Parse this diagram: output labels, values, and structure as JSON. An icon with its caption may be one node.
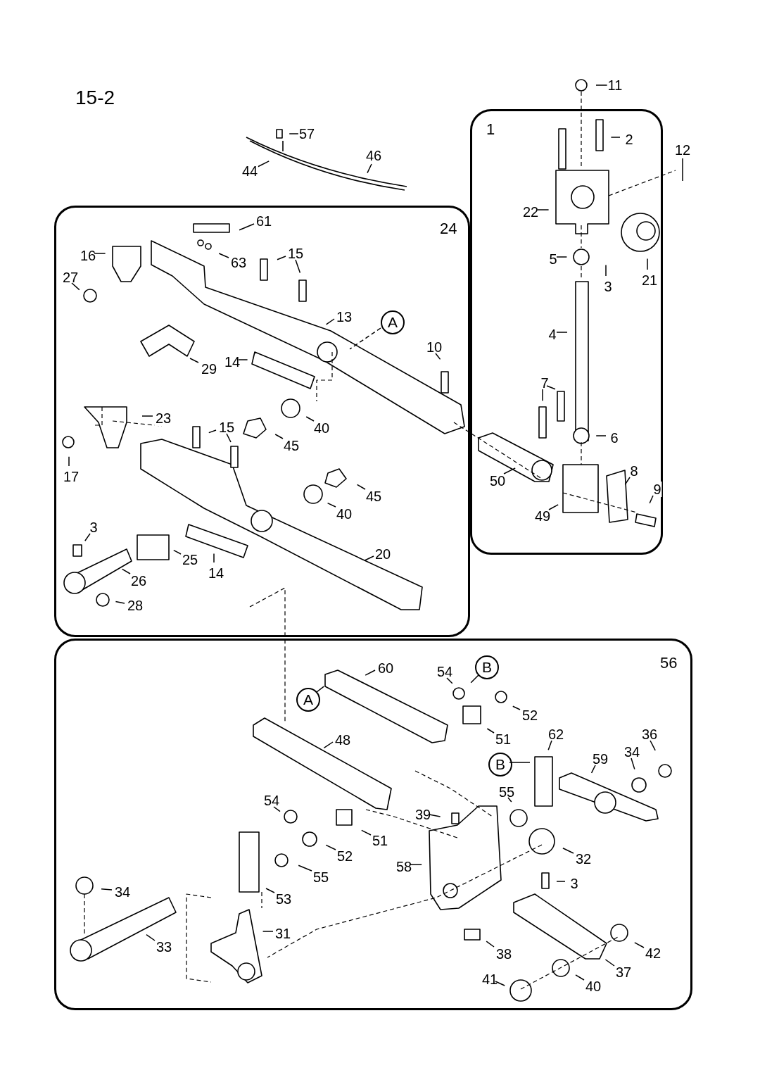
{
  "diagram": {
    "title": "15-2",
    "nodes": [
      {
        "text": [
          "11"
        ]
      },
      {
        "text": [
          "57"
        ]
      },
      {
        "text": [
          "12"
        ]
      },
      {
        "text": [
          "46"
        ]
      },
      {
        "text": [
          "44"
        ]
      },
      {
        "text": [
          "1"
        ]
      },
      {
        "text": [
          "2"
        ],
        "in": 5
      },
      {
        "text": [
          "22"
        ],
        "in": 5
      },
      {
        "text": [
          "5"
        ],
        "in": 5
      },
      {
        "text": [
          "3"
        ],
        "in": 5
      },
      {
        "text": [
          "21"
        ],
        "in": 5
      },
      {
        "text": [
          "4"
        ],
        "in": 5
      },
      {
        "text": [
          "7"
        ],
        "in": 5
      },
      {
        "text": [
          "6"
        ],
        "in": 5
      },
      {
        "text": [
          "8"
        ],
        "in": 5
      },
      {
        "text": [
          "9"
        ],
        "in": 5
      },
      {
        "text": [
          "50"
        ],
        "in": 5
      },
      {
        "text": [
          "49"
        ],
        "in": 5
      },
      {
        "text": [
          "24"
        ]
      },
      {
        "text": [
          "61"
        ],
        "in": 18
      },
      {
        "text": [
          "16"
        ],
        "in": 18
      },
      {
        "text": [
          "15"
        ],
        "in": 18
      },
      {
        "text": [
          "63"
        ],
        "in": 18
      },
      {
        "text": [
          "27"
        ],
        "in": 18
      },
      {
        "text": [
          "13"
        ],
        "in": 18
      },
      {
        "text": [
          "A"
        ],
        "in": 18
      },
      {
        "text": [
          "10"
        ],
        "in": 18
      },
      {
        "text": [
          "14"
        ],
        "in": 18
      },
      {
        "text": [
          "29"
        ],
        "in": 18
      },
      {
        "text": [
          "23"
        ],
        "in": 18
      },
      {
        "text": [
          "15"
        ],
        "in": 18
      },
      {
        "text": [
          "40"
        ],
        "in": 18
      },
      {
        "text": [
          "45"
        ],
        "in": 18
      },
      {
        "text": [
          "17"
        ],
        "in": 18
      },
      {
        "text": [
          "45"
        ],
        "in": 18
      },
      {
        "text": [
          "40"
        ],
        "in": 18
      },
      {
        "text": [
          "3"
        ],
        "in": 18
      },
      {
        "text": [
          "20"
        ],
        "in": 18
      },
      {
        "text": [
          "25"
        ],
        "in": 18
      },
      {
        "text": [
          "26"
        ],
        "in": 18
      },
      {
        "text": [
          "14"
        ],
        "in": 18
      },
      {
        "text": [
          "28"
        ],
        "in": 18
      },
      {
        "text": [
          "56"
        ]
      },
      {
        "text": [
          "60"
        ],
        "in": 42
      },
      {
        "text": [
          "B"
        ],
        "in": 42
      },
      {
        "text": [
          "54"
        ],
        "in": 42
      },
      {
        "text": [
          "A"
        ],
        "in": 42
      },
      {
        "text": [
          "52"
        ],
        "in": 42
      },
      {
        "text": [
          "51"
        ],
        "in": 42
      },
      {
        "text": [
          "48"
        ],
        "in": 42
      },
      {
        "text": [
          "62"
        ],
        "in": 42
      },
      {
        "text": [
          "36"
        ],
        "in": 42
      },
      {
        "text": [
          "34"
        ],
        "in": 42
      },
      {
        "text": [
          "59"
        ],
        "in": 42
      },
      {
        "text": [
          "B"
        ],
        "in": 42
      },
      {
        "text": [
          "55"
        ],
        "in": 42
      },
      {
        "text": [
          "54"
        ],
        "in": 42
      },
      {
        "text": [
          "39"
        ],
        "in": 42
      },
      {
        "text": [
          "51"
        ],
        "in": 42
      },
      {
        "text": [
          "52"
        ],
        "in": 42
      },
      {
        "text": [
          "32"
        ],
        "in": 42
      },
      {
        "text": [
          "58"
        ],
        "in": 42
      },
      {
        "text": [
          "55"
        ],
        "in": 42
      },
      {
        "text": [
          "3"
        ],
        "in": 42
      },
      {
        "text": [
          "34"
        ],
        "in": 42
      },
      {
        "text": [
          "53"
        ],
        "in": 42
      },
      {
        "text": [
          "31"
        ],
        "in": 42
      },
      {
        "text": [
          "33"
        ],
        "in": 42
      },
      {
        "text": [
          "38"
        ],
        "in": 42
      },
      {
        "text": [
          "42"
        ],
        "in": 42
      },
      {
        "text": [
          "37"
        ],
        "in": 42
      },
      {
        "text": [
          "41"
        ],
        "in": 42
      },
      {
        "text": [
          "40"
        ],
        "in": 42
      }
    ],
    "edges": [
      {
        "from": 0,
        "to": null,
        "arrow": "none"
      },
      {
        "from": 1,
        "to": null,
        "arrow": "none"
      },
      {
        "from": 2,
        "to": null,
        "arrow": "none"
      },
      {
        "from": 3,
        "to": null,
        "arrow": "none"
      },
      {
        "from": 4,
        "to": null,
        "arrow": "none"
      },
      {
        "from": 6,
        "to": null,
        "arrow": "none"
      },
      {
        "from": 7,
        "to": null,
        "arrow": "none"
      },
      {
        "from": 8,
        "to": null,
        "arrow": "none"
      },
      {
        "from": 9,
        "to": null,
        "arrow": "none"
      },
      {
        "from": 10,
        "to": null,
        "arrow": "none"
      },
      {
        "from": 11,
        "to": null,
        "arrow": "none"
      },
      {
        "from": 12,
        "to": null,
        "arrow": "none"
      },
      {
        "from": 12,
        "to": null,
        "arrow": "none"
      },
      {
        "from": 13,
        "to": null,
        "arrow": "none"
      },
      {
        "from": 14,
        "to": null,
        "arrow": "none"
      },
      {
        "from": 15,
        "to": null,
        "arrow": "none"
      },
      {
        "from": 16,
        "to": null,
        "arrow": "none"
      },
      {
        "from": 17,
        "to": null,
        "arrow": "none"
      },
      {
        "from": 19,
        "to": null,
        "arrow": "none"
      },
      {
        "from": 20,
        "to": null,
        "arrow": "none"
      },
      {
        "from": 21,
        "to": null,
        "arrow": "none"
      },
      {
        "from": 21,
        "to": null,
        "arrow": "none"
      },
      {
        "from": 22,
        "to": null,
        "arrow": "none"
      },
      {
        "from": 23,
        "to": null,
        "arrow": "none"
      },
      {
        "from": 24,
        "to": null,
        "arrow": "none"
      },
      {
        "from": 25,
        "to": null,
        "arrow": "none",
        "style": "dashed"
      },
      {
        "from": 26,
        "to": null,
        "arrow": "none"
      },
      {
        "from": 27,
        "to": null,
        "arrow": "none"
      },
      {
        "from": 28,
        "to": null,
        "arrow": "none"
      },
      {
        "from": 29,
        "to": null,
        "arrow": "none"
      },
      {
        "from": 30,
        "to": null,
        "arrow": "none"
      },
      {
        "from": 30,
        "to": null,
        "arrow": "none"
      },
      {
        "from": 31,
        "to": null,
        "arrow": "none"
      },
      {
        "from": 32,
        "to": null,
        "arrow": "none"
      },
      {
        "from": 33,
        "to": null,
        "arrow": "none"
      },
      {
        "from": 34,
        "to": null,
        "arrow": "none"
      },
      {
        "from": 35,
        "to": null,
        "arrow": "none"
      },
      {
        "from": 36,
        "to": null,
        "arrow": "none"
      },
      {
        "from": 37,
        "to": null,
        "arrow": "none"
      },
      {
        "from": 38,
        "to": null,
        "arrow": "none"
      },
      {
        "from": 39,
        "to": null,
        "arrow": "none"
      },
      {
        "from": 40,
        "to": null,
        "arrow": "none"
      },
      {
        "from": 41,
        "to": null,
        "arrow": "none"
      },
      {
        "from": 43,
        "to": null,
        "arrow": "none"
      },
      {
        "from": 44,
        "to": null,
        "arrow": "none"
      },
      {
        "from": 45,
        "to": null,
        "arrow": "none"
      },
      {
        "from": 46,
        "to": null,
        "arrow": "none"
      },
      {
        "from": 47,
        "to": null,
        "arrow": "none"
      },
      {
        "from": 48,
        "to": null,
        "arrow": "none"
      },
      {
        "from": 49,
        "to": null,
        "arrow": "none"
      },
      {
        "from": 50,
        "to": null,
        "arrow": "none"
      },
      {
        "from": 51,
        "to": null,
        "arrow": "none"
      },
      {
        "from": 52,
        "to": null,
        "arrow": "none"
      },
      {
        "from": 53,
        "to": null,
        "arrow": "none"
      },
      {
        "from": 54,
        "to": null,
        "arrow": "none"
      },
      {
        "from": 55,
        "to": null,
        "arrow": "none"
      },
      {
        "from": 56,
        "to": null,
        "arrow": "none"
      },
      {
        "from": 57,
        "to": null,
        "arrow": "none"
      },
      {
        "from": 58,
        "to": null,
        "arrow": "none"
      },
      {
        "from": 59,
        "to": null,
        "arrow": "none"
      },
      {
        "from": 60,
        "to": null,
        "arrow": "none"
      },
      {
        "from": 61,
        "to": null,
        "arrow": "none"
      },
      {
        "from": 62,
        "to": null,
        "arrow": "none"
      },
      {
        "from": 63,
        "to": null,
        "arrow": "none"
      },
      {
        "from": 64,
        "to": null,
        "arrow": "none"
      },
      {
        "from": 65,
        "to": null,
        "arrow": "none"
      },
      {
        "from": 66,
        "to": null,
        "arrow": "none"
      },
      {
        "from": 67,
        "to": null,
        "arrow": "none"
      },
      {
        "from": 68,
        "to": null,
        "arrow": "none"
      },
      {
        "from": 69,
        "to": null,
        "arrow": "none"
      },
      {
        "from": 70,
        "to": null,
        "arrow": "none"
      },
      {
        "from": 71,
        "to": null,
        "arrow": "none"
      },
      {
        "from": 72,
        "to": null,
        "arrow": "none"
      }
    ]
  }
}
